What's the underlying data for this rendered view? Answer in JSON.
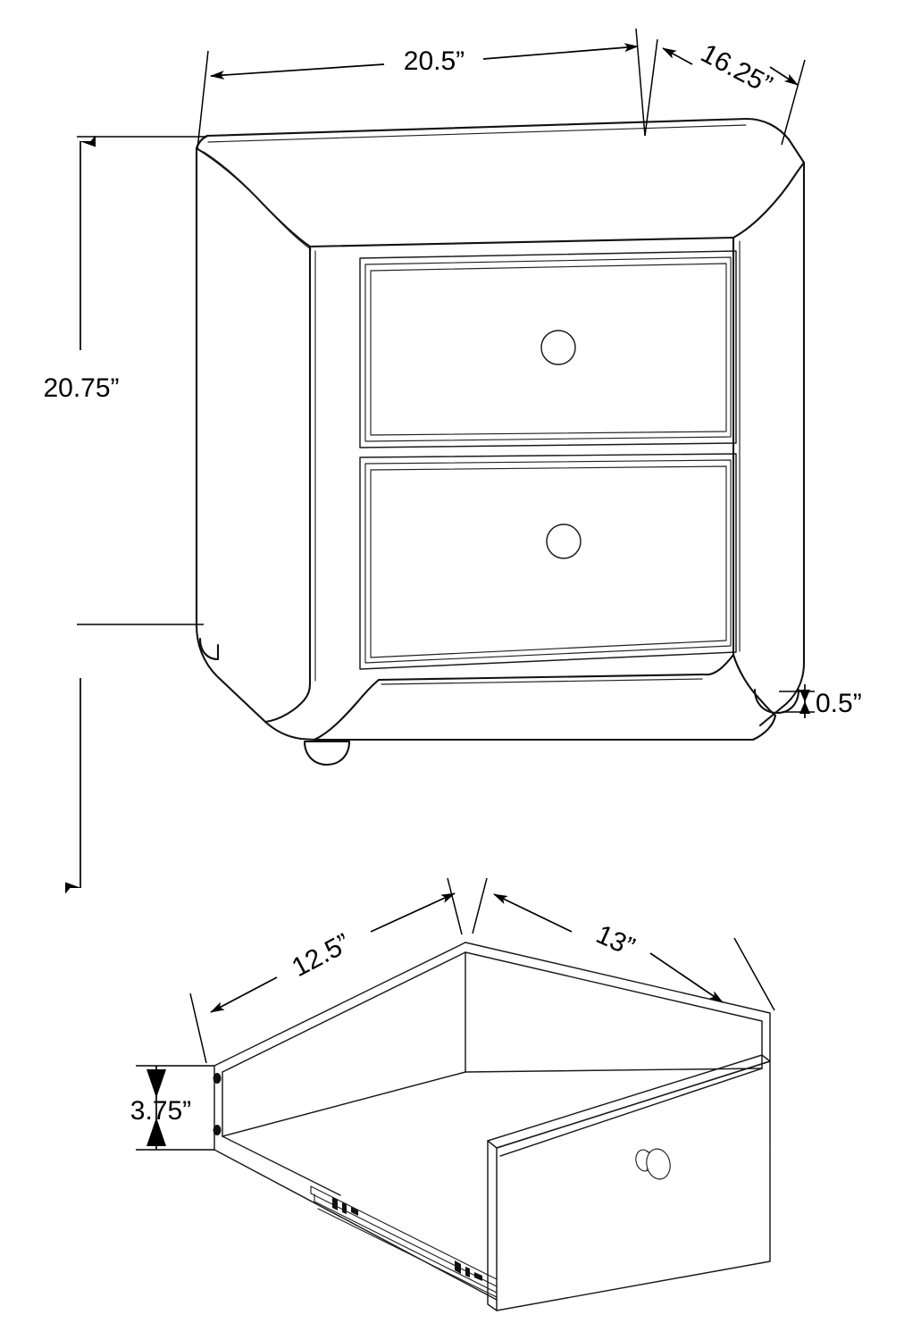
{
  "drawing": {
    "title": "Nightstand dimensional drawing",
    "units": "inches",
    "line_color": "#111111",
    "background_color": "#ffffff"
  },
  "figures": [
    {
      "id": "nightstand",
      "name": "Upholstered nightstand, two drawers",
      "parts": [
        "body",
        "top-panel",
        "left-side-panel",
        "right-side-panel",
        "upper-drawer-front",
        "lower-drawer-front",
        "upper-drawer-knob",
        "lower-drawer-knob",
        "front-left-foot",
        "front-right-foot",
        "rear-left-foot"
      ]
    },
    {
      "id": "drawer-box",
      "name": "Drawer box detail with slide rail",
      "parts": [
        "drawer-left-side",
        "drawer-back",
        "drawer-right-side",
        "drawer-bottom",
        "drawer-front-panel",
        "drawer-knob",
        "drawer-slide-rail",
        "screw-hole-upper",
        "screw-hole-lower"
      ]
    }
  ],
  "dimensions": {
    "nightstand_width": "20.5”",
    "nightstand_depth": "16.25”",
    "nightstand_height": "20.75”",
    "foot_height": "0.5”",
    "drawer_depth": "12.5”",
    "drawer_width": "13”",
    "drawer_height": "3.75”"
  }
}
